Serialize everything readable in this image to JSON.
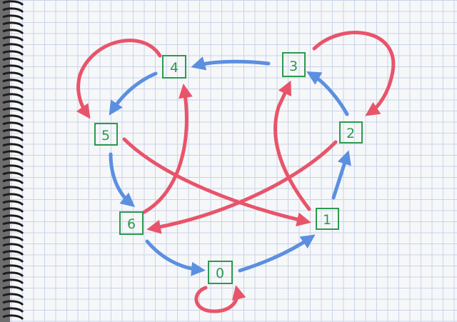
{
  "nodes": [
    {
      "id": "0",
      "label": "0"
    },
    {
      "id": "1",
      "label": "1"
    },
    {
      "id": "2",
      "label": "2"
    },
    {
      "id": "3",
      "label": "3"
    },
    {
      "id": "4",
      "label": "4"
    },
    {
      "id": "5",
      "label": "5"
    },
    {
      "id": "6",
      "label": "6"
    }
  ],
  "edges": [
    {
      "from": "0",
      "to": "1",
      "color": "blue"
    },
    {
      "from": "1",
      "to": "2",
      "color": "blue"
    },
    {
      "from": "2",
      "to": "3",
      "color": "blue"
    },
    {
      "from": "3",
      "to": "4",
      "color": "blue"
    },
    {
      "from": "4",
      "to": "5",
      "color": "blue"
    },
    {
      "from": "5",
      "to": "6",
      "color": "blue"
    },
    {
      "from": "6",
      "to": "0",
      "color": "blue"
    },
    {
      "from": "0",
      "to": "0",
      "color": "red"
    },
    {
      "from": "1",
      "to": "3",
      "color": "red"
    },
    {
      "from": "2",
      "to": "6",
      "color": "red"
    },
    {
      "from": "3",
      "to": "2",
      "color": "red"
    },
    {
      "from": "4",
      "to": "5",
      "color": "red"
    },
    {
      "from": "5",
      "to": "1",
      "color": "red"
    },
    {
      "from": "6",
      "to": "4",
      "color": "red"
    }
  ],
  "colors": {
    "blue": "#5b8fe0",
    "red": "#e8546a",
    "node": "#2b9a4e"
  }
}
